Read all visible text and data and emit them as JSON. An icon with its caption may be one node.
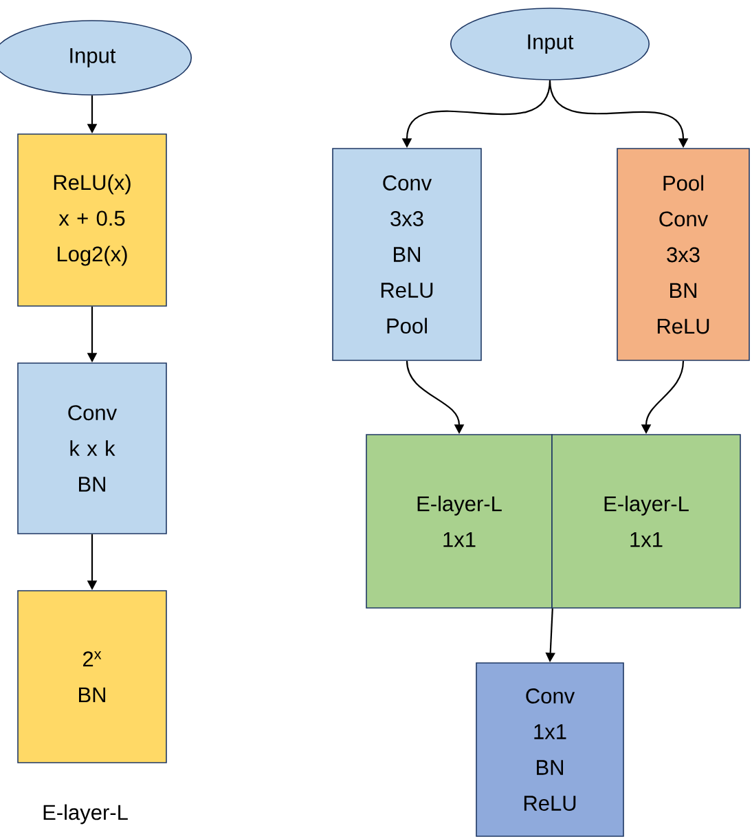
{
  "diagram": {
    "nodes": [
      {
        "text": [
          "Input"
        ]
      },
      {
        "text": [
          "ReLU(x)",
          "x + 0.5",
          "Log2(x)"
        ]
      },
      {
        "text": [
          "Conv",
          "k x k",
          "BN"
        ]
      },
      {
        "text": [
          "2$^{x}$",
          "BN"
        ]
      },
      {
        "text": [
          "Input"
        ]
      },
      {
        "text": [
          "Conv",
          "3x3",
          "BN",
          "ReLU",
          "Pool"
        ]
      },
      {
        "text": [
          "Pool",
          "Conv",
          "3x3",
          "BN",
          "ReLU"
        ]
      },
      {
        "text": [
          "E-layer-L",
          "1x1"
        ]
      },
      {
        "text": [
          "E-layer-L",
          "1x1"
        ]
      },
      {
        "text": [
          "Conv",
          "1x1",
          "BN",
          "ReLU"
        ]
      }
    ],
    "edges": [
      {
        "from": 0,
        "to": 1,
        "arrow": "to"
      },
      {
        "from": 1,
        "to": 2,
        "arrow": "to"
      },
      {
        "from": 2,
        "to": 3,
        "arrow": "to"
      },
      {
        "from": 4,
        "to": 5,
        "arrow": "to"
      },
      {
        "from": 4,
        "to": 6,
        "arrow": "to"
      },
      {
        "from": 5,
        "to": 7,
        "arrow": "to"
      },
      {
        "from": 6,
        "to": 8,
        "arrow": "to"
      },
      {
        "from": 7,
        "to": 9,
        "arrow": "to"
      },
      {
        "from": 8,
        "to": 9,
        "arrow": "to"
      }
    ],
    "labels": [
      "E-layer-L"
    ]
  }
}
